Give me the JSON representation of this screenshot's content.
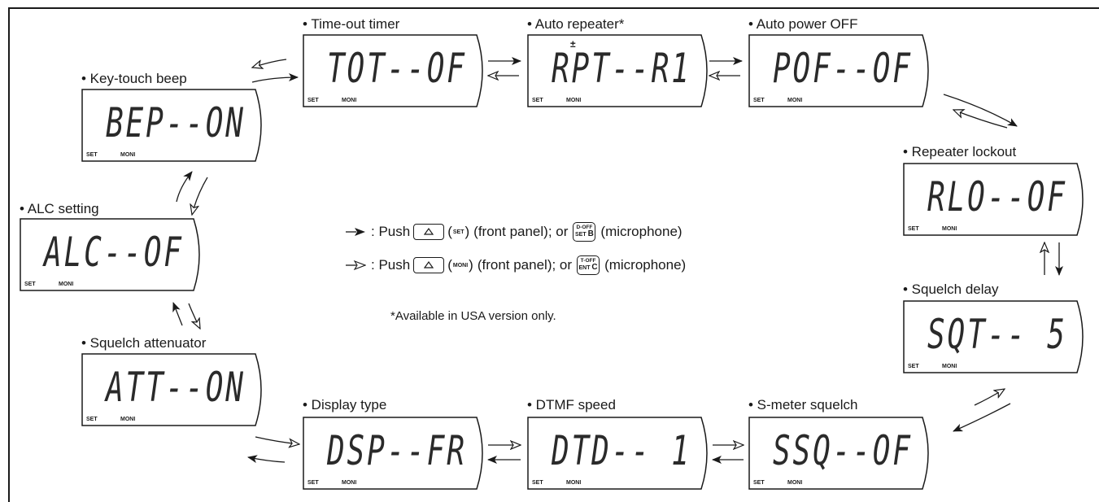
{
  "diagram": {
    "panel_tags": {
      "set": "SET",
      "moni": "MONI"
    },
    "items": [
      {
        "id": "tot",
        "label": "• Time-out timer",
        "display": "TOT--OF"
      },
      {
        "id": "rpt",
        "label": "• Auto repeater*",
        "display": "RPT--R1",
        "accent": "±"
      },
      {
        "id": "pof",
        "label": "• Auto power OFF",
        "display": "POF--OF"
      },
      {
        "id": "bep",
        "label": "• Key-touch beep",
        "display": "BEP--ON"
      },
      {
        "id": "rlo",
        "label": "• Repeater lockout",
        "display": "RLO--OF"
      },
      {
        "id": "alc",
        "label": "• ALC setting",
        "display": "ALC--OF"
      },
      {
        "id": "sqt",
        "label": "• Squelch delay",
        "display": "SQT-- 5"
      },
      {
        "id": "att",
        "label": "• Squelch attenuator",
        "display": "ATT--ON"
      },
      {
        "id": "dsp",
        "label": "• Display type",
        "display": "DSP--FR"
      },
      {
        "id": "dtd",
        "label": "• DTMF speed",
        "display": "DTD-- 1"
      },
      {
        "id": "ssq",
        "label": "• S-meter squelch",
        "display": "SSQ--OF"
      }
    ],
    "legend": {
      "set_row": {
        "push": ": Push",
        "key_sub": "SET",
        "front": "(front panel); or",
        "mic_top": "D-OFF",
        "mic_bottom_prefix": "SET",
        "mic_bottom_key": "B",
        "mic": "(microphone)"
      },
      "moni_row": {
        "push": ": Push",
        "key_sub": "MONI",
        "front": "(front panel); or",
        "mic_top": "T-OFF",
        "mic_bottom_prefix": "ENT",
        "mic_bottom_key": "C",
        "mic": "(microphone)"
      }
    },
    "note": "*Available in USA version only."
  }
}
